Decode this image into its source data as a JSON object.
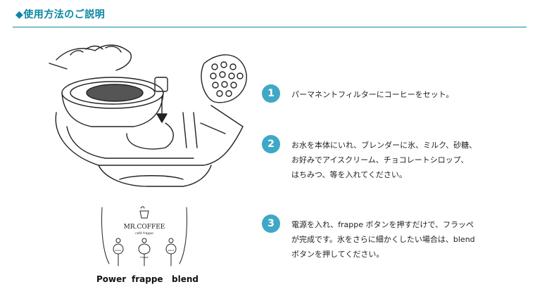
{
  "header": {
    "title": "◆使用方法のご説明",
    "accent": "#0a86a3"
  },
  "control_panel": {
    "brand": "MR.COFFEE",
    "product": "café frappe",
    "button_captions": [
      "Power",
      "frappe",
      "blend"
    ],
    "labels": [
      "Power",
      "frappe",
      "blend"
    ]
  },
  "steps": [
    {
      "number": "1",
      "lines": [
        "パーマネントフィルターにコーヒーをセット。"
      ]
    },
    {
      "number": "2",
      "lines": [
        "お水を本体にいれ、ブレンダーに氷、ミルク、砂糖、",
        "お好みでアイスクリーム、チョコレートシロップ、",
        "はちみつ、等を入れてください。"
      ]
    },
    {
      "number": "3",
      "lines": [
        "電源を入れ、frappe ボタンを押すだけで、フラッペ",
        "が完成です。氷をさらに細かくしたい場合は、blend",
        "ボタンを押してください。"
      ]
    }
  ],
  "colors": {
    "step_badge": "#3fa8c6"
  }
}
